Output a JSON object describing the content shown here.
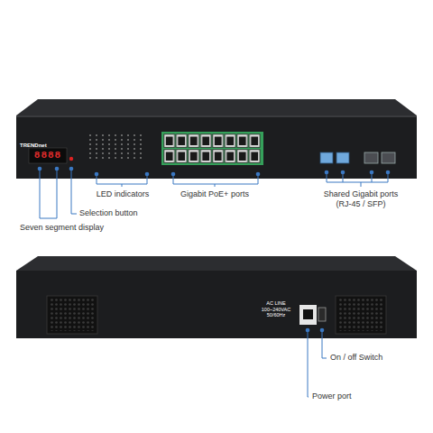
{
  "diagram": {
    "labels": [
      "TRENDnet",
      "8888",
      "LED indicators",
      "Gigabit PoE+ ports",
      "Shared Gigabit ports (RJ-45 / SFP)",
      "Selection button",
      "Seven segment display",
      "AC LINE 100~240VAC 50/60Hz",
      "On / off Switch",
      "Power port"
    ]
  }
}
